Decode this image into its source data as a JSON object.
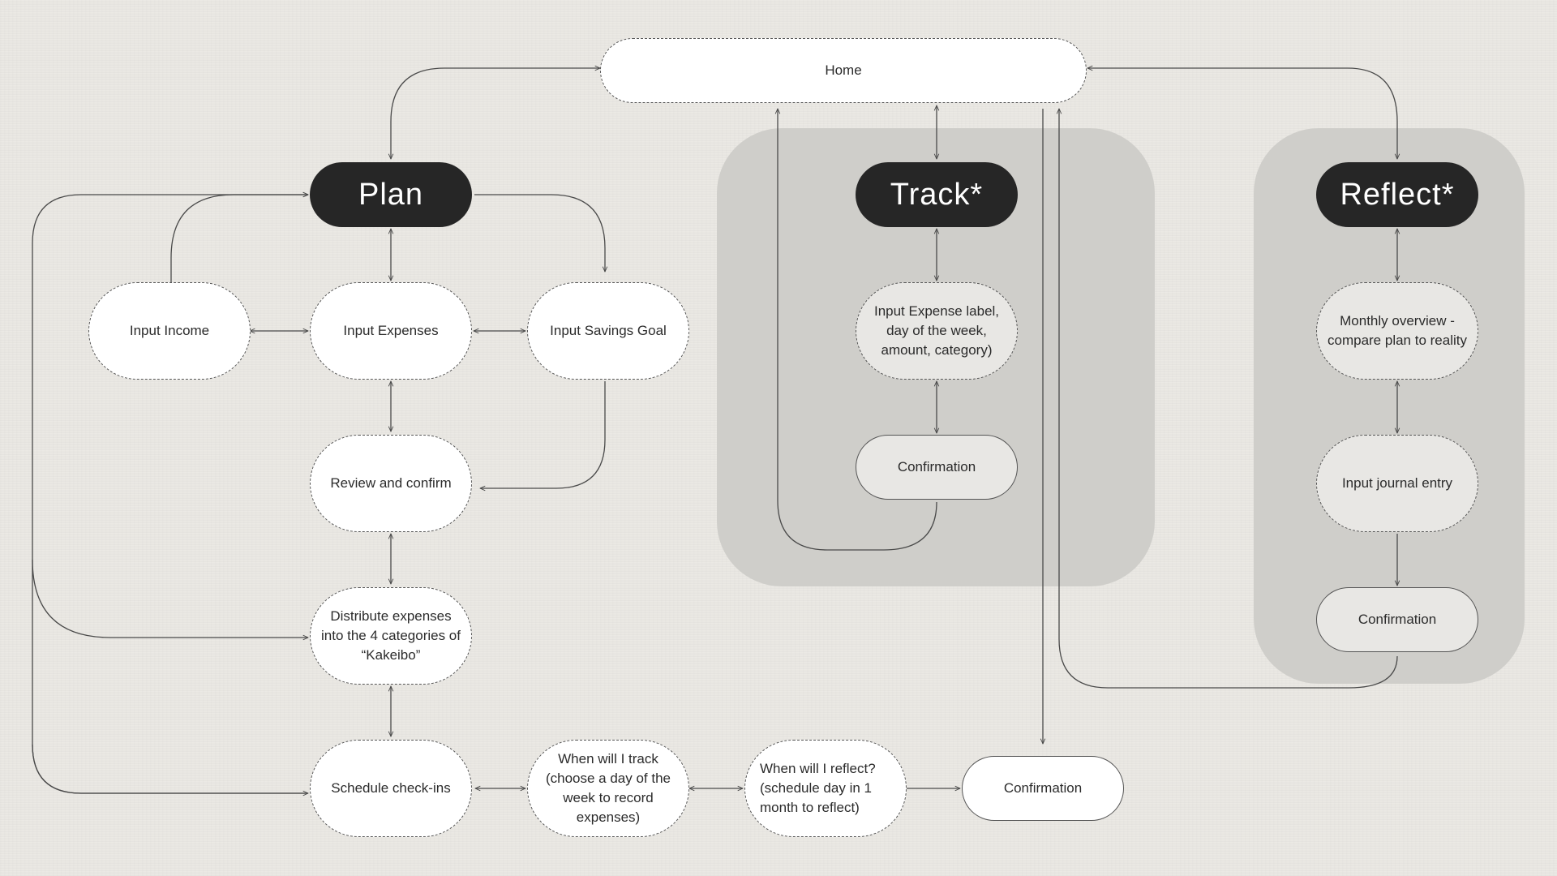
{
  "colors": {
    "background": "#ebe9e4",
    "section_fill": "#262626",
    "section_text": "#ffffff",
    "node_fill": "#ffffff",
    "node_tinted_fill": "#e8e7e4",
    "zone_fill": "#cfceca",
    "connector": "#4a4a4a"
  },
  "nodes": {
    "home": "Home",
    "plan": "Plan",
    "track": "Track*",
    "reflect": "Reflect*",
    "input_income": "Input Income",
    "input_expenses": "Input Expenses",
    "input_savings": "Input Savings Goal",
    "review_confirm": "Review and confirm",
    "distribute": "Distribute expenses into the 4 categories of “Kakeibo”",
    "schedule": "Schedule check-ins",
    "when_track": "When will I track (choose a day of the week to record expenses)",
    "when_reflect": "When will I reflect? (schedule day in 1 month to reflect)",
    "plan_confirmation": "Confirmation",
    "track_input": "Input Expense label, day of the week, amount, category)",
    "track_confirmation": "Confirmation",
    "reflect_overview": "Monthly overview - compare plan to reality",
    "reflect_journal": "Input journal entry",
    "reflect_confirmation": "Confirmation"
  }
}
